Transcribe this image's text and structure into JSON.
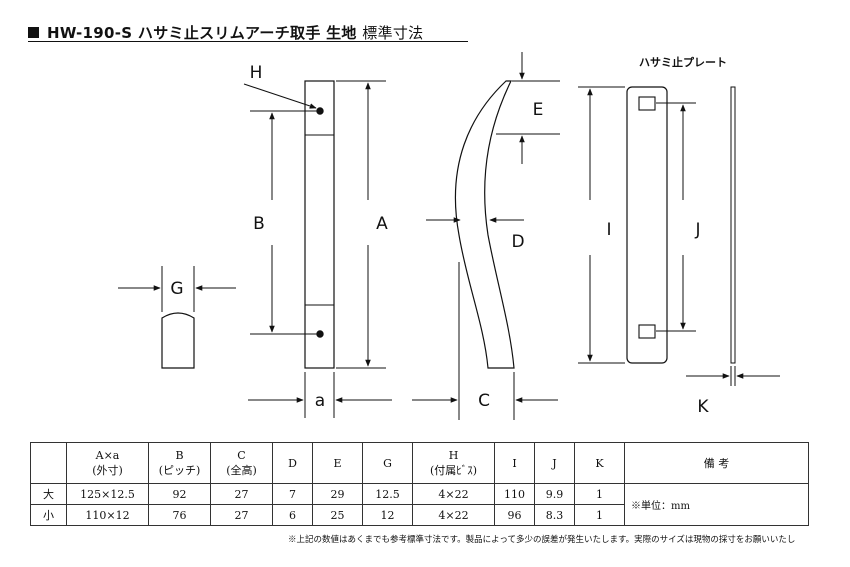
{
  "title": {
    "main": "HW-190-S ハサミ止スリムアーチ取手 生地",
    "sub": "標準寸法"
  },
  "labels": {
    "H": "H",
    "B": "B",
    "A": "A",
    "a": "a",
    "G": "G",
    "E": "E",
    "D": "D",
    "C": "C",
    "I": "I",
    "J": "J",
    "K": "K"
  },
  "plate_title": "ハサミ止プレート",
  "table": {
    "headers": [
      {
        "line1": "",
        "line2": ""
      },
      {
        "line1": "A×a",
        "line2": "(外寸)"
      },
      {
        "line1": "B",
        "line2": "(ピッチ)"
      },
      {
        "line1": "C",
        "line2": "(全高)"
      },
      {
        "line1": "D",
        "line2": ""
      },
      {
        "line1": "E",
        "line2": ""
      },
      {
        "line1": "G",
        "line2": ""
      },
      {
        "line1": "H",
        "line2": "(付属ﾋﾞｽ)"
      },
      {
        "line1": "I",
        "line2": ""
      },
      {
        "line1": "J",
        "line2": ""
      },
      {
        "line1": "K",
        "line2": ""
      }
    ],
    "remarks_header": "備 考",
    "rows": [
      {
        "size": "大",
        "cells": [
          "125×12.5",
          "92",
          "27",
          "7",
          "29",
          "12.5",
          "4×22",
          "110",
          "9.9",
          "1"
        ]
      },
      {
        "size": "小",
        "cells": [
          "110×12",
          "76",
          "27",
          "6",
          "25",
          "12",
          "4×22",
          "96",
          "8.3",
          "1"
        ]
      }
    ],
    "remarks_note": "※単位：mm"
  },
  "footnote": "※上記の数値はあくまでも参考標準寸法です。製品によって多少の誤差が発生いたします。実際のサイズは現物の採寸をお願いいたし",
  "colors": {
    "line": "#111111",
    "background": "#ffffff"
  }
}
